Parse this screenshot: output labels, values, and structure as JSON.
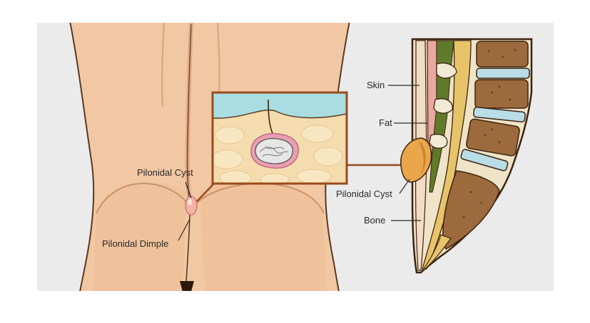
{
  "diagram": {
    "labels": {
      "cyst_back": "Pilonidal Cyst",
      "dimple": "Pilonidal Dimple",
      "skin": "Skin",
      "fat": "Fat",
      "cyst_spine": "Pilonidal Cyst",
      "bone": "Bone"
    },
    "colors": {
      "panel_bg": "#ebebeb",
      "body": "#f2c8a4",
      "body_shade": "#e3ad86",
      "outline": "#5a3a22",
      "callout": "#9a4b1c",
      "skin_layer": "#a9dde1",
      "fat_layer": "#f4dcae",
      "cyst": "#e9a64a",
      "cyst_ring": "#e39ab1",
      "bone_marrow": "#9c6a3c",
      "disc": "#b8dde6",
      "green": "#5f7a2a",
      "dark": "#3d2410"
    },
    "icons": [
      "cyst-icon",
      "coccyx-icon"
    ]
  }
}
